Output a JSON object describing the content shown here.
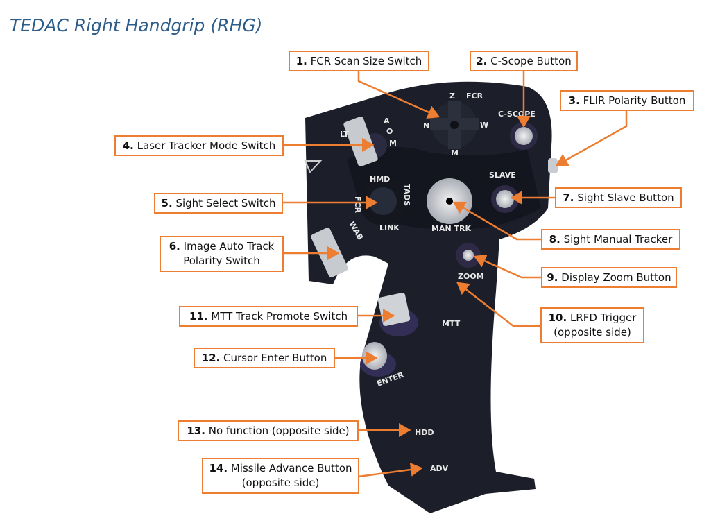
{
  "title": "TEDAC Right Handgrip (RHG)",
  "callouts": [
    {
      "num": "1.",
      "text": "FCR Scan Size Switch"
    },
    {
      "num": "2.",
      "text": "C-Scope Button"
    },
    {
      "num": "3.",
      "text": "FLIR Polarity Button"
    },
    {
      "num": "4.",
      "text": "Laser Tracker Mode Switch"
    },
    {
      "num": "5.",
      "text": "Sight Select Switch"
    },
    {
      "num": "6.",
      "text": "Image Auto Track",
      "text2": "Polarity Switch"
    },
    {
      "num": "7.",
      "text": "Sight Slave Button"
    },
    {
      "num": "8.",
      "text": "Sight Manual Tracker"
    },
    {
      "num": "9.",
      "text": "Display Zoom Button"
    },
    {
      "num": "10.",
      "text": "LRFD Trigger",
      "text2": "(opposite side)"
    },
    {
      "num": "11.",
      "text": "MTT Track Promote Switch"
    },
    {
      "num": "12.",
      "text": "Cursor Enter Button"
    },
    {
      "num": "13.",
      "text": "No function (opposite side)"
    },
    {
      "num": "14.",
      "text": "Missile Advance Button",
      "text2": "(opposite side)"
    }
  ],
  "grip_labels": {
    "z": "Z",
    "fcr_top": "FCR",
    "n": "N",
    "w": "W",
    "m_scan": "M",
    "cscope": "C-SCOPE",
    "lt": "LT",
    "a": "A",
    "o": "O",
    "m_lt": "M",
    "hmd": "HMD",
    "fcr": "FCR",
    "tads": "TADS",
    "link": "LINK",
    "wab": "WAB",
    "slave": "SLAVE",
    "mantrk": "MAN TRK",
    "zoom": "ZOOM",
    "mtt": "MTT",
    "enter": "ENTER",
    "hdd": "HDD",
    "adv": "ADV"
  },
  "colors": {
    "accent": "#ED7D31",
    "grip": "#1c1f2a",
    "title": "#2e5d8a"
  }
}
